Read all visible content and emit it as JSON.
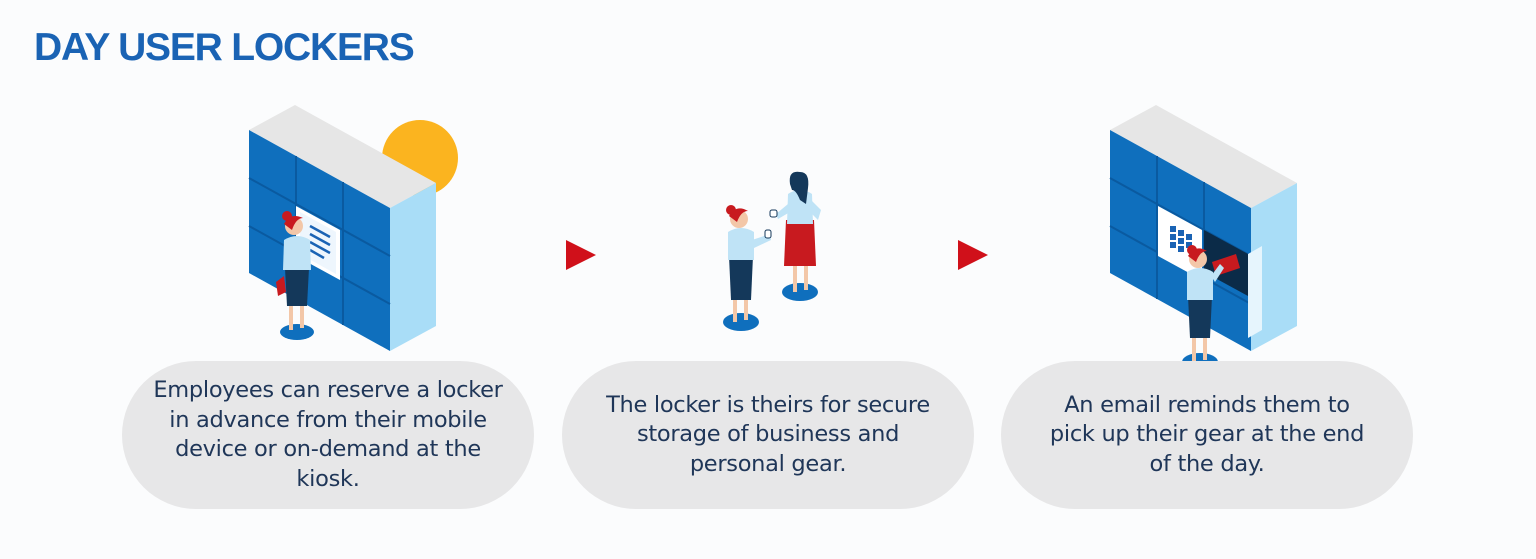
{
  "title": "DAY USER LOCKERS",
  "steps": [
    {
      "text": "Employees can reserve a locker in advance from their mobile device or on-demand at the kiosk."
    },
    {
      "text": "The locker is theirs for secure storage of business and personal gear."
    },
    {
      "text": "An email reminds them to pick up their gear at the end of the day."
    }
  ],
  "colors": {
    "title": "#1a63b4",
    "locker_front": "#0f6fbd",
    "locker_side": "#a9ddf7",
    "locker_top": "#e6e6e6",
    "sun": "#fbb41f",
    "arrow": "#d0101a",
    "pill_bg": "#e7e7e8",
    "text": "#1f3658"
  },
  "icons": [
    "sun-icon",
    "moon-icon",
    "arrow-right-icon"
  ]
}
